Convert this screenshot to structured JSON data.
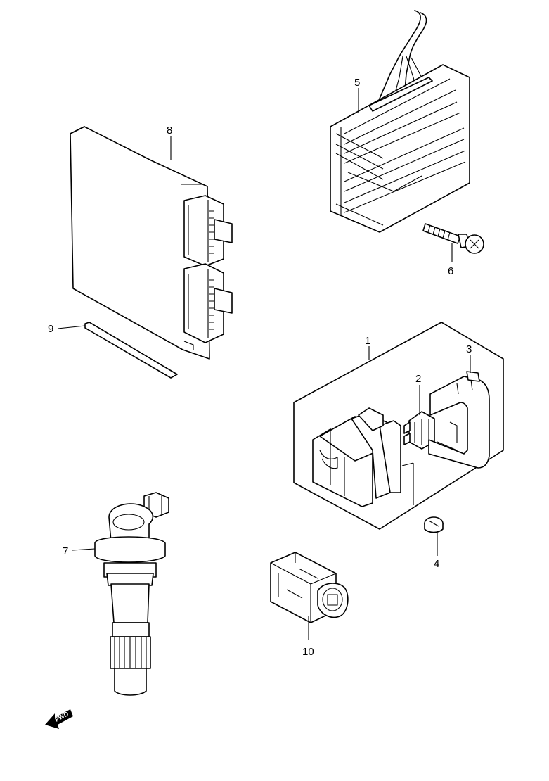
{
  "callouts": [
    {
      "id": "1",
      "text": "1"
    },
    {
      "id": "2",
      "text": "2"
    },
    {
      "id": "3",
      "text": "3"
    },
    {
      "id": "4",
      "text": "4"
    },
    {
      "id": "5",
      "text": "5"
    },
    {
      "id": "6",
      "text": "6"
    },
    {
      "id": "7",
      "text": "7"
    },
    {
      "id": "8",
      "text": "8"
    },
    {
      "id": "9",
      "text": "9"
    },
    {
      "id": "10",
      "text": "10"
    }
  ],
  "direction_badge": {
    "text": "FWD"
  },
  "line_color": "#000000",
  "background": "#ffffff"
}
